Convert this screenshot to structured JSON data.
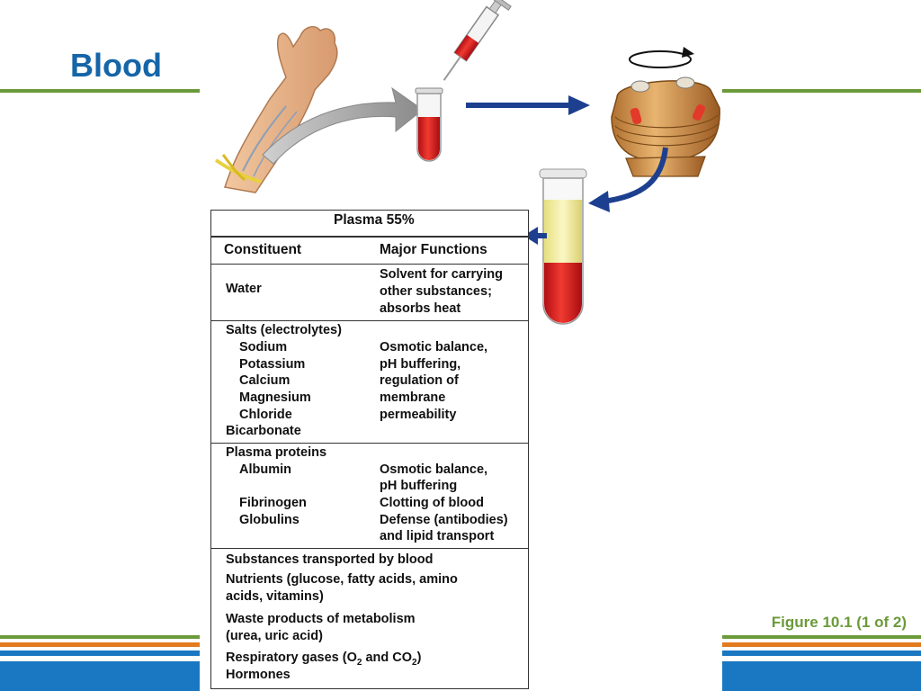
{
  "title": "Blood",
  "caption": "Figure 10.1 (1 of 2)",
  "colors": {
    "title_blue": "#1565a8",
    "accent_green": "#6b9a3a",
    "accent_orange": "#e27a1e",
    "arrow_blue": "#1d3f8f",
    "stripe_blue": "#1a78c2"
  },
  "illustration": {
    "icons": [
      "arm-with-tourniquet",
      "syringe",
      "test-tube-blood",
      "centrifuge",
      "separated-blood-tube"
    ]
  },
  "table": {
    "title": "Plasma 55%",
    "headers": {
      "constituent": "Constituent",
      "functions": "Major Functions"
    },
    "water": {
      "name": "Water",
      "functions": [
        "Solvent for carrying",
        "other substances;",
        "absorbs heat"
      ]
    },
    "salts": {
      "name": "Salts (electrolytes)",
      "items": [
        "Sodium",
        "Potassium",
        "Calcium",
        "Magnesium",
        "Chloride",
        "Bicarbonate"
      ],
      "functions": [
        "Osmotic balance,",
        "pH buffering,",
        "regulation of",
        "membrane",
        "permeability"
      ]
    },
    "proteins": {
      "name": "Plasma proteins",
      "albumin": "Albumin",
      "albumin_functions": [
        "Osmotic balance,",
        "pH buffering"
      ],
      "fibrinogen": "Fibrinogen",
      "fibrinogen_function": "Clotting of blood",
      "globulins": "Globulins",
      "globulins_functions": [
        "Defense (antibodies)",
        "and lipid transport"
      ]
    },
    "transported": {
      "heading": "Substances transported by blood",
      "nutrients": [
        "Nutrients (glucose, fatty acids, amino",
        "acids, vitamins)"
      ],
      "waste": [
        "Waste products of metabolism",
        "(urea, uric acid)"
      ],
      "gases": {
        "prefix": "Respiratory gases (O",
        "sub1": "2",
        "mid": " and CO",
        "sub2": "2",
        "suffix": ")"
      },
      "hormones": "Hormones"
    }
  }
}
